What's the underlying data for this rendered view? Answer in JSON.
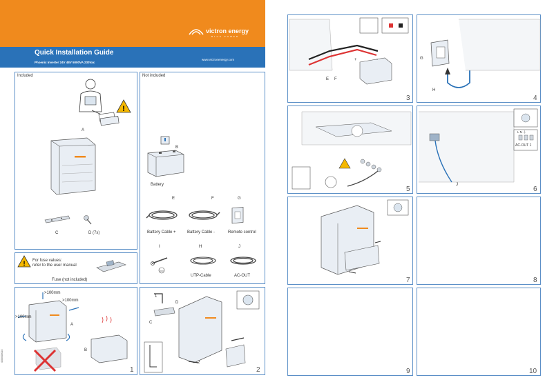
{
  "header": {
    "brand": "victron energy",
    "brand_sub": "BLUE POWER",
    "title": "Quick Installation Guide",
    "subtitle": "Phoenix Inverter 24V 48V 5000VA 230Vac",
    "website": "www.victronenergy.com"
  },
  "sections": {
    "included": "Included",
    "not_included": "Not included"
  },
  "included_labels": {
    "a": "A",
    "c": "C",
    "d": "D (7x)"
  },
  "not_included_labels": {
    "b": "B",
    "battery": "Battery",
    "e": "E",
    "f": "F",
    "g": "G",
    "battery_pos": "Battery Cable +",
    "battery_neg": "Battery Cable -",
    "remote": "Remote control",
    "i": "I",
    "h": "H",
    "j": "J",
    "utp": "UTP-Cable",
    "acout": "AC-OUT"
  },
  "fuse": {
    "line1": "For fuse values:",
    "line2": "refer to the user manual",
    "caption": "Fuse (not included)"
  },
  "step1": {
    "number": "1",
    "clear_top": ">100mm",
    "clear_right": ">100mm",
    "clear_left": ">100mm",
    "a": "A",
    "b": "B"
  },
  "step2": {
    "number": "2",
    "c": "C",
    "d": "D",
    "circle1": "1",
    "circle2": "2"
  },
  "step3": {
    "number": "3",
    "e": "E",
    "f": "F",
    "plus": "+",
    "minus": "-"
  },
  "step4": {
    "number": "4",
    "g": "G",
    "h": "H"
  },
  "step5": {
    "number": "5"
  },
  "step6": {
    "number": "6",
    "j": "J",
    "acout1": "AC-OUT 1",
    "lnx": "L N ⏚"
  },
  "step7": {
    "number": "7"
  },
  "step8": {
    "number": "8"
  },
  "step9": {
    "number": "9"
  },
  "step10": {
    "number": "10"
  },
  "side_code": "4000000010",
  "colors": {
    "orange": "#f08a1d",
    "blue": "#2a72b8",
    "border": "#5b8fc7",
    "device": "#e9eef4",
    "warning": "#f5b800"
  }
}
